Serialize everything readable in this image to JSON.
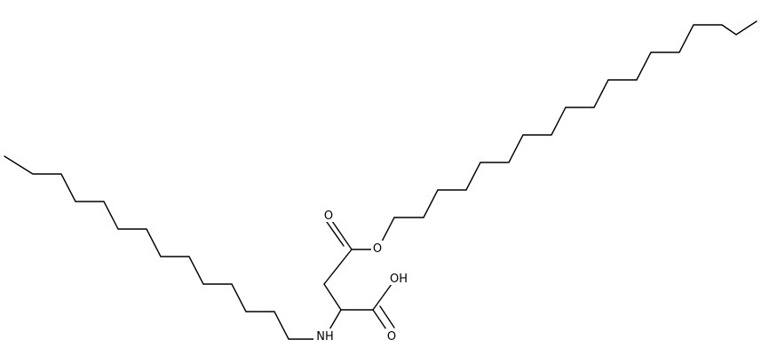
{
  "diagram": {
    "type": "skeletal-formula",
    "line_color": "#000000",
    "background": "#ffffff",
    "atom_labels": {
      "ester_carbonyl_o": "O",
      "ester_o": "O",
      "acid_oh": "OH",
      "acid_carbonyl_o": "O",
      "amine_nh": "NH"
    }
  }
}
